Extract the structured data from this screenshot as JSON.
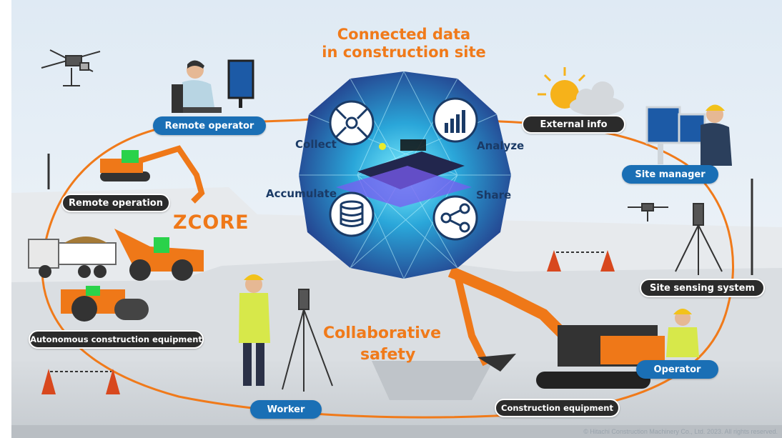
{
  "title_lines": [
    "Connected data",
    "in construction site"
  ],
  "hub": {
    "collect": "Collect",
    "analyze": "Analyze",
    "accumulate": "Accumulate",
    "share": "Share"
  },
  "nodes": {
    "remote_operator": "Remote operator",
    "external_info": "External info",
    "site_manager": "Site manager",
    "remote_operation": "Remote operation",
    "site_sensing_system": "Site sensing system",
    "autonomous_equipment": "Autonomous construction equipment",
    "operator": "Operator",
    "worker": "Worker",
    "construction_equipment": "Construction equipment"
  },
  "brand": "ZCORE",
  "safety_lines": [
    "Collaborative",
    "safety"
  ],
  "copyright": "© Hitachi Construction Machinery Co., Ltd. 2023. All rights reserved.",
  "colors": {
    "orange": "#f07a1a",
    "blue": "#1a6fb5",
    "dark": "#2b2b2b",
    "navy": "#1a3a66"
  }
}
